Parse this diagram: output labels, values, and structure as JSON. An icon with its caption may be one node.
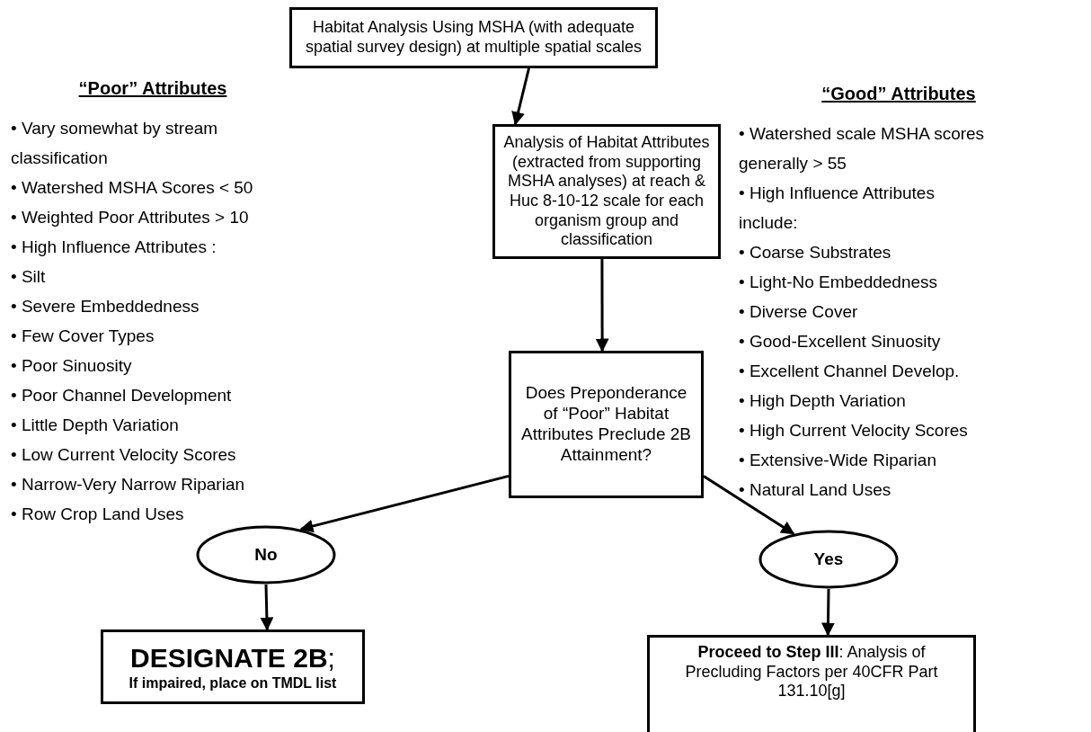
{
  "diagram": {
    "nodes": [
      {
        "text": [
          "Habitat Analysis Using MSHA (with adequate spatial survey design) at multiple spatial scales"
        ]
      },
      {
        "text": [
          "Analysis of Habitat Attributes (extracted from supporting MSHA analyses) at reach & Huc 8-10-12 scale for each organism group and classification"
        ]
      },
      {
        "text": [
          "Does Preponderance of “Poor” Habitat Attributes Preclude 2B Attainment?"
        ]
      },
      {
        "text": [
          "No"
        ]
      },
      {
        "text": [
          "Yes"
        ]
      },
      {
        "text": [
          "**DESIGNATE 2B**;",
          "If impaired, place on TMDL list"
        ]
      },
      {
        "text": [
          "**Proceed to Step III**:  Analysis of Precluding Factors per 40CFR Part 131.10[g]"
        ]
      }
    ],
    "edges": [
      {
        "from": 0,
        "to": 1,
        "arrow": "to"
      },
      {
        "from": 1,
        "to": 2,
        "arrow": "to"
      },
      {
        "from": 2,
        "to": 3,
        "arrow": "to"
      },
      {
        "from": 2,
        "to": 4,
        "arrow": "to"
      },
      {
        "from": 3,
        "to": 5,
        "arrow": "to"
      },
      {
        "from": 4,
        "to": 6,
        "arrow": "to"
      }
    ],
    "labels": [
      "“Poor” Attributes",
      "• Vary somewhat by stream classification",
      "• Watershed MSHA Scores < 50",
      "• Weighted Poor Attributes > 10",
      "• High Influence Attributes :",
      "• Silt",
      "• Severe Embeddedness",
      "• Few Cover Types",
      "• Poor Sinuosity",
      "• Poor Channel Development",
      "• Little Depth Variation",
      "• Low Current Velocity Scores",
      "• Narrow-Very Narrow Riparian",
      "• Row Crop Land Uses",
      "“Good” Attributes",
      "• Watershed scale MSHA scores generally > 55",
      "• High Influence Attributes include:",
      "• Coarse Substrates",
      "• Light-No Embeddedness",
      "• Diverse Cover",
      "• Good-Excellent Sinuosity",
      "• Excellent Channel Develop.",
      "• High Depth Variation",
      "• High Current Velocity Scores",
      "• Extensive-Wide Riparian",
      "• Natural Land Uses"
    ]
  }
}
